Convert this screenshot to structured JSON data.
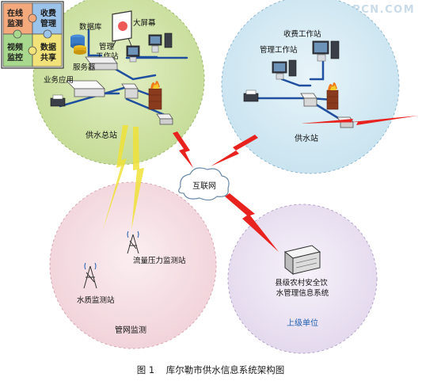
{
  "watermark": "PIPCN.COM",
  "puzzle": {
    "pieces": [
      {
        "label_top": "在线",
        "label_bottom": "监测",
        "color": "#f4a97d"
      },
      {
        "label_top": "收费",
        "label_bottom": "管理",
        "color": "#9cc3ea"
      },
      {
        "label_top": "视频",
        "label_bottom": "监控",
        "color": "#a7d88d"
      },
      {
        "label_top": "数据",
        "label_bottom": "共享",
        "color": "#f2e27a"
      }
    ]
  },
  "zones": {
    "main_station": {
      "title": "供水总站",
      "labels": {
        "database": "数据库",
        "big_screen": "大屏幕",
        "mgmt_top": "管理",
        "mgmt_bottom": "工作站",
        "server": "服务器",
        "business": "业务应用"
      },
      "color": "#cfe3a8"
    },
    "supply_station": {
      "title": "供水站",
      "labels": {
        "billing": "收费工作站",
        "mgmt": "管理工作站"
      },
      "color": "#cfe8f3"
    },
    "pipe_monitor": {
      "title": "管网监测",
      "labels": {
        "flow": "流量压力监测站",
        "quality": "水质监测站"
      },
      "color": "#f6dde2"
    },
    "upper_unit": {
      "title": "上级单位",
      "labels": {
        "system_line1": "县级农村安全饮",
        "system_line2": "水管理信息系统"
      },
      "color": "#ebe3f2"
    }
  },
  "internet": {
    "label": "互联网"
  },
  "caption": "图 1    库尔勒市供水信息系统架构图",
  "colors": {
    "network_line": "#1f4f9e",
    "lightning_red": "#e8231f",
    "lightning_yellow": "#f0e23a",
    "label_blue": "#1f5fb0"
  }
}
